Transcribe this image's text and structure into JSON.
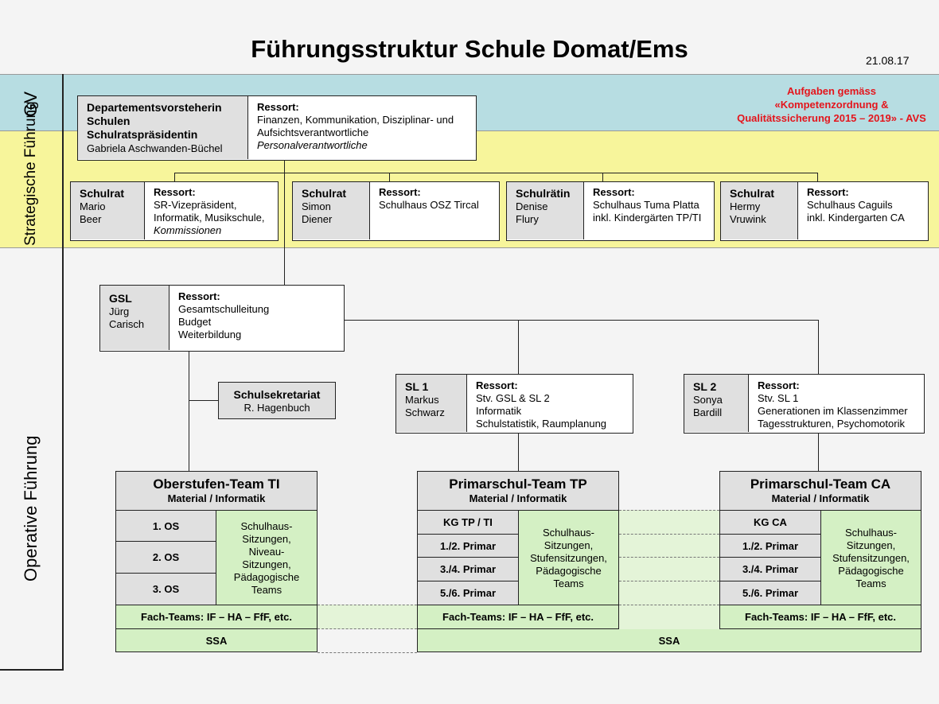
{
  "title": "Führungsstruktur Schule Domat/Ems",
  "date": "21.08.17",
  "bands": {
    "gv": "GV",
    "strategic": "Strategische Führung",
    "operative": "Operative Führung"
  },
  "note": {
    "line1": "Aufgaben gemäss",
    "line2": "«Kompetenzordnung &",
    "line3": "Qualitätssicherung 2015 – 2019» - AVS"
  },
  "head": {
    "role1": "Departementsvorsteherin",
    "role2": "Schulen",
    "role3": "Schulratspräsidentin",
    "name": "Gabriela Aschwanden-Büchel",
    "ressort_label": "Ressort:",
    "ressort1": "Finanzen, Kommunikation, Disziplinar- und",
    "ressort2": "Aufsichtsverantwortliche",
    "ressort3": "Personalverantwortliche"
  },
  "council": [
    {
      "role": "Schulrat",
      "first": "Mario",
      "last": "Beer",
      "ressort_label": "Ressort:",
      "r1": "SR-Vizepräsident,",
      "r2": "Informatik, Musikschule,",
      "r3": "Kommissionen"
    },
    {
      "role": "Schulrat",
      "first": "Simon",
      "last": "Diener",
      "ressort_label": "Ressort:",
      "r1": "Schulhaus OSZ Tircal",
      "r2": "",
      "r3": ""
    },
    {
      "role": "Schulrätin",
      "first": "Denise",
      "last": "Flury",
      "ressort_label": "Ressort:",
      "r1": "Schulhaus Tuma Platta",
      "r2": "inkl. Kindergärten TP/TI",
      "r3": ""
    },
    {
      "role": "Schulrat",
      "first": "Hermy",
      "last": "Vruwink",
      "ressort_label": "Ressort:",
      "r1": "Schulhaus Caguils",
      "r2": "inkl. Kindergarten CA",
      "r3": ""
    }
  ],
  "gsl": {
    "role": "GSL",
    "first": "Jürg",
    "last": "Carisch",
    "ressort_label": "Ressort:",
    "r1": "Gesamtschulleitung",
    "r2": "Budget",
    "r3": "Weiterbildung"
  },
  "secretariat": {
    "title": "Schulsekretariat",
    "name": "R. Hagenbuch"
  },
  "sl1": {
    "role": "SL 1",
    "first": "Markus",
    "last": "Schwarz",
    "ressort_label": "Ressort:",
    "r1": "Stv. GSL & SL 2",
    "r2": "Informatik",
    "r3": "Schulstatistik, Raumplanung"
  },
  "sl2": {
    "role": "SL 2",
    "first": "Sonya",
    "last": "Bardill",
    "ressort_label": "Ressort:",
    "r1": "Stv. SL 1",
    "r2": "Generationen im Klassenzimmer",
    "r3": "Tagesstrukturen, Psychomotorik"
  },
  "teams": {
    "ti": {
      "title": "Oberstufen-Team TI",
      "subtitle": "Material / Informatik",
      "classes": [
        "1. OS",
        "2. OS",
        "3. OS"
      ],
      "meetings": [
        "Schulhaus-",
        "Sitzungen,",
        "Niveau-",
        "Sitzungen,",
        "Pädagogische",
        "Teams"
      ],
      "fach": "Fach-Teams: IF – HA – FfF, etc."
    },
    "tp": {
      "title": "Primarschul-Team TP",
      "subtitle": "Material / Informatik",
      "classes": [
        "KG TP / TI",
        "1./2. Primar",
        "3./4. Primar",
        "5./6. Primar"
      ],
      "meetings": [
        "Schulhaus-",
        "Sitzungen,",
        "Stufensitzungen,",
        "Pädagogische",
        "Teams"
      ],
      "fach": "Fach-Teams: IF – HA – FfF, etc."
    },
    "ca": {
      "title": "Primarschul-Team CA",
      "subtitle": "Material / Informatik",
      "classes": [
        "KG CA",
        "1./2. Primar",
        "3./4. Primar",
        "5./6. Primar"
      ],
      "meetings": [
        "Schulhaus-",
        "Sitzungen,",
        "Stufensitzungen,",
        "Pädagogische",
        "Teams"
      ],
      "fach": "Fach-Teams: IF – HA – FfF, etc."
    }
  },
  "ssa": [
    "SSA",
    "SSA"
  ],
  "colors": {
    "gv_band": "#b7dde2",
    "strategic_band": "#f7f59b",
    "note_red": "#e4151c",
    "green": "#d4f0c4",
    "gray": "#e0e0e0"
  }
}
